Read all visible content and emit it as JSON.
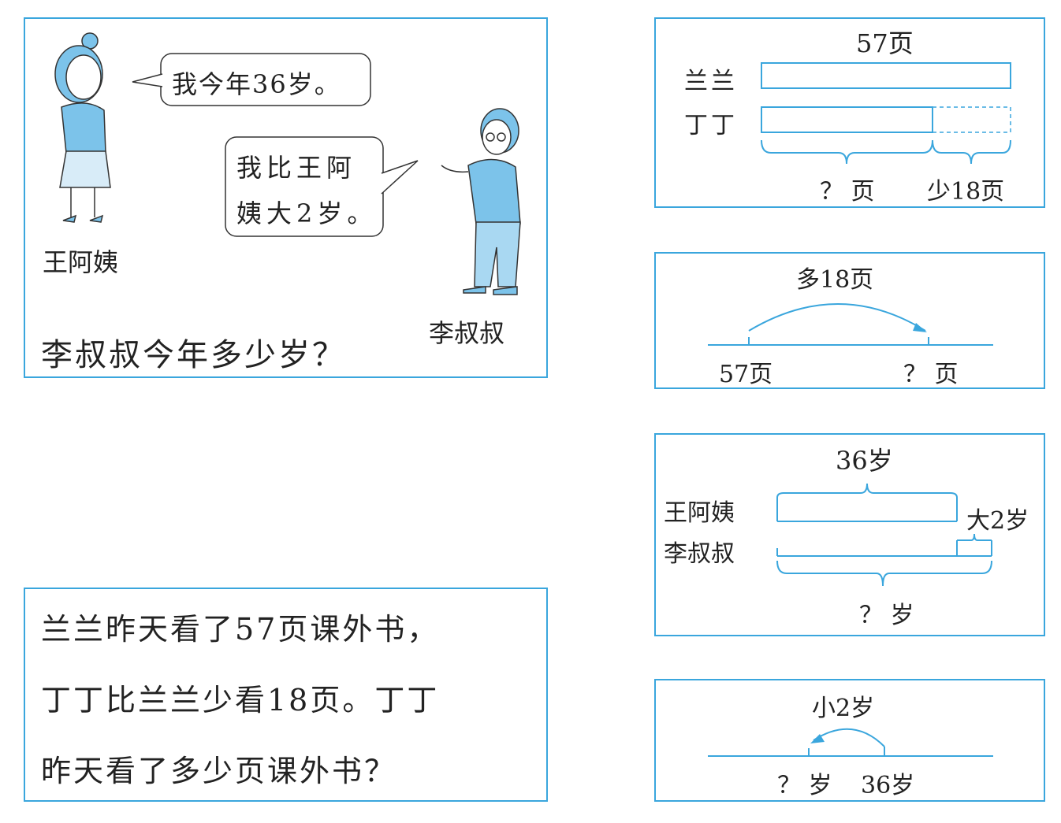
{
  "problem1": {
    "speech_wang": "我今年36岁。",
    "speech_li_line1": "我比王阿",
    "speech_li_line2": "姨大2岁。",
    "name_wang": "王阿姨",
    "name_li": "李叔叔",
    "question": "李叔叔今年多少岁？"
  },
  "problem2": {
    "line1": "兰兰昨天看了57页课外书，",
    "line2": "丁丁比兰兰少看18页。丁丁",
    "line3": "昨天看了多少页课外书？"
  },
  "diagram_bars_pages": {
    "total_label": "57页",
    "row1_label": "兰兰",
    "row2_label": "丁丁",
    "unknown_label": "？ 页",
    "diff_label": "少18页"
  },
  "diagram_line_pages": {
    "arc_label": "多18页",
    "start_label": "57页",
    "end_label": "？ 页"
  },
  "diagram_bars_ages": {
    "top_label": "36岁",
    "row1_label": "王阿姨",
    "row2_label": "李叔叔",
    "diff_label": "大2岁",
    "unknown_label": "？ 岁"
  },
  "diagram_line_ages": {
    "arc_label": "小2岁",
    "start_label": "？ 岁",
    "end_label": "36岁"
  },
  "colors": {
    "accent": "#3aa6dd",
    "figure_fill": "#7cc3ea",
    "text": "#222222"
  }
}
